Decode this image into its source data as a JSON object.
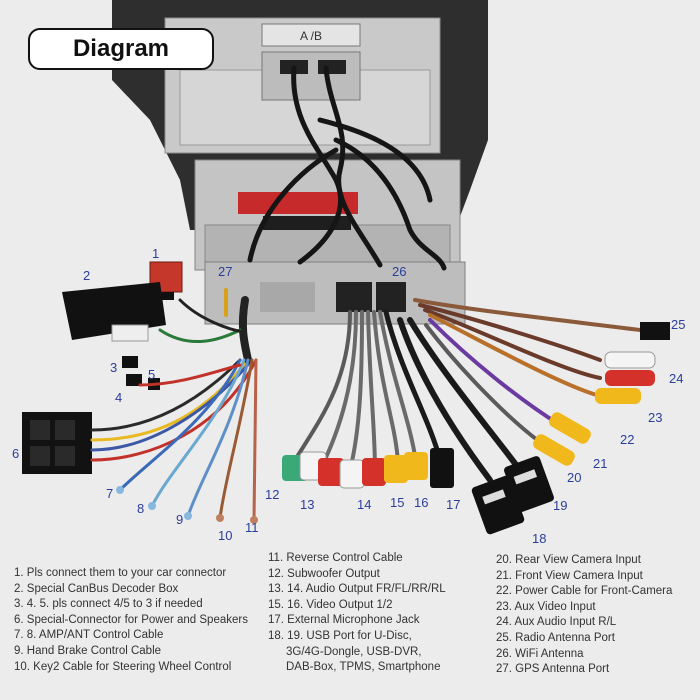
{
  "title": "Diagram",
  "unit_label": "A /B",
  "callouts": [
    {
      "n": "1",
      "key": "c1"
    },
    {
      "n": "2",
      "key": "c2"
    },
    {
      "n": "3",
      "key": "c3"
    },
    {
      "n": "4",
      "key": "c4"
    },
    {
      "n": "5",
      "key": "c5"
    },
    {
      "n": "6",
      "key": "c6"
    },
    {
      "n": "7",
      "key": "c7"
    },
    {
      "n": "8",
      "key": "c8"
    },
    {
      "n": "9",
      "key": "c9"
    },
    {
      "n": "10",
      "key": "c10"
    },
    {
      "n": "11",
      "key": "c11"
    },
    {
      "n": "12",
      "key": "c12"
    },
    {
      "n": "13",
      "key": "c13"
    },
    {
      "n": "14",
      "key": "c14"
    },
    {
      "n": "15",
      "key": "c15"
    },
    {
      "n": "16",
      "key": "c16"
    },
    {
      "n": "17",
      "key": "c17"
    },
    {
      "n": "18",
      "key": "c18"
    },
    {
      "n": "19",
      "key": "c19"
    },
    {
      "n": "20",
      "key": "c20"
    },
    {
      "n": "21",
      "key": "c21"
    },
    {
      "n": "22",
      "key": "c22"
    },
    {
      "n": "23",
      "key": "c23"
    },
    {
      "n": "24",
      "key": "c24"
    },
    {
      "n": "25",
      "key": "c25"
    },
    {
      "n": "26",
      "key": "c26"
    },
    {
      "n": "27",
      "key": "c27"
    }
  ],
  "legend": {
    "col1": [
      "1. Pls connect them to your car connector",
      "2. Special CanBus Decoder Box",
      "3. 4. 5. pls connect 4/5 to 3 if needed",
      "6. Special-Connector for Power and Speakers",
      "7. 8. AMP/ANT Control Cable",
      "9. Hand Brake Control Cable",
      "10. Key2 Cable for Steering Wheel Control"
    ],
    "col2": [
      "11. Reverse Control Cable",
      "12. Subwoofer Output",
      "13. 14. Audio Output FR/FL/RR/RL",
      "15. 16. Video Output 1/2",
      "17. External Microphone Jack",
      "18. 19. USB Port for U-Disc,",
      "3G/4G-Dongle, USB-DVR,",
      "DAB-Box, TPMS, Smartphone"
    ],
    "col3": [
      "20. Rear View Camera Input",
      "21. Front View Camera Input",
      "22. Power Cable for Front-Camera",
      "23. Aux Video Input",
      "24. Aux Audio Input R/L",
      "25. Radio Antenna Port",
      "26. WiFi Antenna",
      "27. GPS Antenna Port"
    ]
  },
  "colors": {
    "number_blue": "#2b3e9a",
    "rca_red": "#d4312a",
    "rca_yellow": "#f0b81a",
    "rca_white": "#f4f4f4",
    "rca_green": "#3aa877"
  }
}
